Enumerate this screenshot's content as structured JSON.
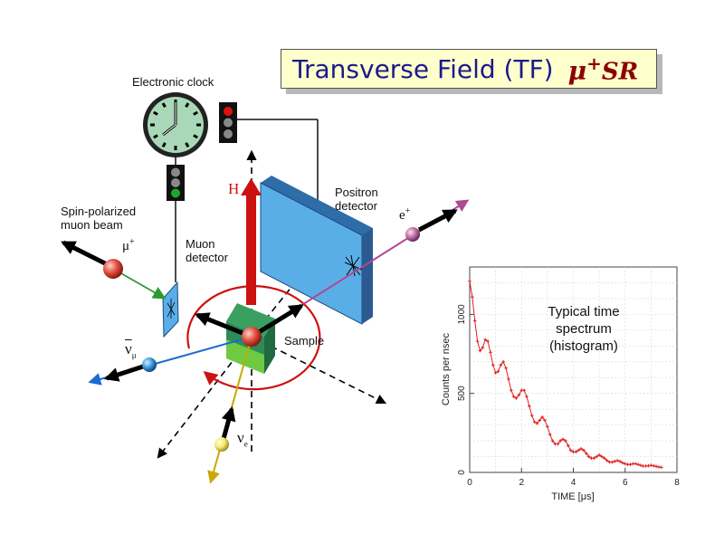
{
  "title": {
    "main": "Transverse Field (TF)",
    "symbol": "μ",
    "symbol_sup": "+",
    "symbol_suffix": "SR"
  },
  "labels": {
    "electronic_clock": "Electronic clock",
    "spin_polarized_line1": "Spin-polarized",
    "spin_polarized_line2": "muon beam",
    "muon_detector_line1": "Muon",
    "muon_detector_line2": "detector",
    "positron_detector_line1": "Positron",
    "positron_detector_line2": "detector",
    "field": "H",
    "positron": "e",
    "positron_sup": "+",
    "muon": "μ",
    "muon_sup": "+",
    "antineutrino": "ν",
    "antineutrino_sub": "μ",
    "neutrino": "ν",
    "neutrino_sub": "e",
    "sample": "Sample"
  },
  "spectrum_note": {
    "line1": "Typical time",
    "line2": "spectrum",
    "line3": "(histogram)"
  },
  "colors": {
    "title_bg": "#ffffcc",
    "title_text": "#1a1a8c",
    "field_arrow": "#cc1111",
    "precession_ring": "#cc1111",
    "detector_blue": "#5aaee8",
    "sample_green": "#2e8b57",
    "sample_lime": "#66cc33",
    "clock_face": "#a8d8b8",
    "data_red": "#e02020"
  },
  "traffic_lights": {
    "top": [
      "red",
      "gray",
      "gray"
    ],
    "bottom": [
      "gray",
      "gray",
      "green"
    ]
  },
  "chart_data": {
    "type": "scatter",
    "title": "",
    "xlabel": "TIME [μs]",
    "ylabel": "Counts per nsec",
    "xlim": [
      0,
      8
    ],
    "ylim": [
      0,
      1300
    ],
    "xticks": [
      0,
      2,
      4,
      6,
      8
    ],
    "yticks": [
      0,
      500,
      1000
    ],
    "grid": true,
    "series": [
      {
        "x": [
          0.0,
          0.1,
          0.2,
          0.3,
          0.4,
          0.5,
          0.6,
          0.7,
          0.8,
          0.9,
          1.0,
          1.1,
          1.2,
          1.3,
          1.4,
          1.5,
          1.6,
          1.7,
          1.8,
          1.9,
          2.0,
          2.1,
          2.2,
          2.3,
          2.4,
          2.5,
          2.6,
          2.7,
          2.8,
          2.9,
          3.0,
          3.1,
          3.2,
          3.3,
          3.4,
          3.5,
          3.6,
          3.7,
          3.8,
          3.9,
          4.0,
          4.1,
          4.2,
          4.3,
          4.4,
          4.5,
          4.6,
          4.7,
          4.8,
          4.9,
          5.0,
          5.1,
          5.2,
          5.3,
          5.4,
          5.5,
          5.6,
          5.7,
          5.8,
          5.9,
          6.0,
          6.1,
          6.2,
          6.3,
          6.4,
          6.5,
          6.6,
          6.7,
          6.8,
          6.9,
          7.0,
          7.1,
          7.2,
          7.3,
          7.4
        ],
        "y": [
          1210,
          1110,
          960,
          830,
          770,
          790,
          840,
          830,
          760,
          680,
          630,
          640,
          680,
          700,
          660,
          590,
          520,
          480,
          470,
          490,
          520,
          520,
          480,
          420,
          360,
          320,
          310,
          330,
          350,
          330,
          290,
          240,
          200,
          180,
          180,
          200,
          210,
          200,
          170,
          140,
          130,
          130,
          140,
          150,
          140,
          120,
          100,
          90,
          90,
          100,
          110,
          100,
          90,
          75,
          65,
          65,
          70,
          75,
          70,
          60,
          55,
          50,
          50,
          55,
          55,
          50,
          45,
          40,
          40,
          42,
          45,
          42,
          38,
          34,
          32
        ]
      }
    ]
  }
}
